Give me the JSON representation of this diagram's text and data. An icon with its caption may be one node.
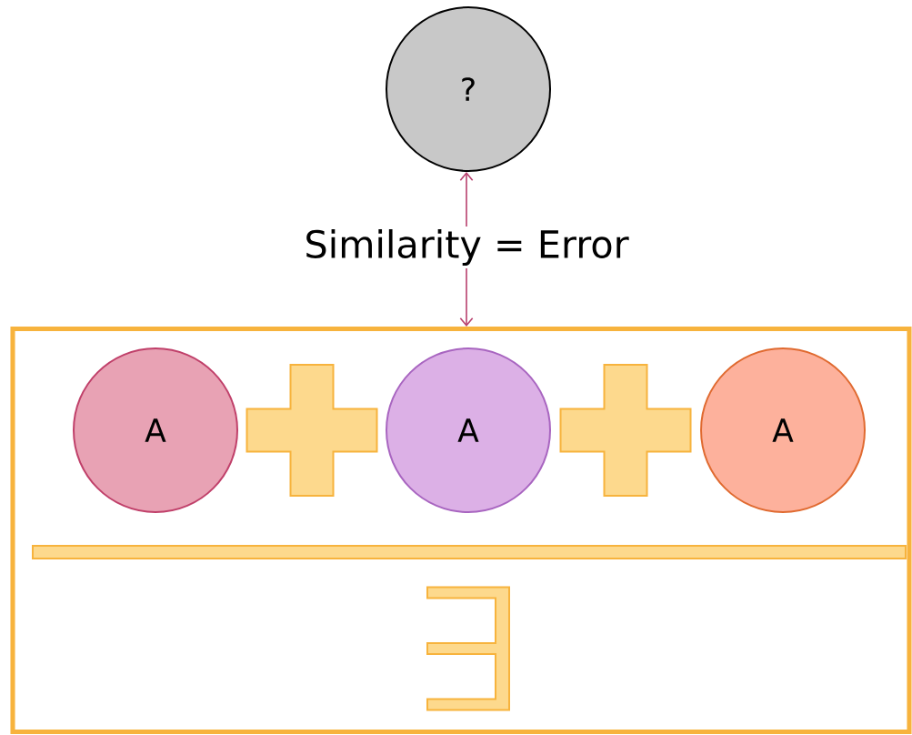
{
  "diagram": {
    "nodes": [
      {
        "text": [
          "?"
        ]
      },
      {
        "text": [
          "Similarity = Error"
        ]
      },
      {
        "text": [],
        "shape": "box"
      },
      {
        "text": [
          "A"
        ],
        "in": 2
      },
      {
        "text": [],
        "shape": "plus",
        "in": 2
      },
      {
        "text": [
          "A"
        ],
        "in": 2
      },
      {
        "text": [],
        "shape": "plus",
        "in": 2
      },
      {
        "text": [
          "A"
        ],
        "in": 2
      },
      {
        "text": [],
        "shape": "bar",
        "in": 2
      },
      {
        "text": [],
        "shape": "bracket",
        "in": 2
      }
    ],
    "edges": [
      {
        "from": 1,
        "to": 0,
        "arrow": "to"
      },
      {
        "from": 1,
        "to": 2,
        "arrow": "to"
      }
    ]
  }
}
